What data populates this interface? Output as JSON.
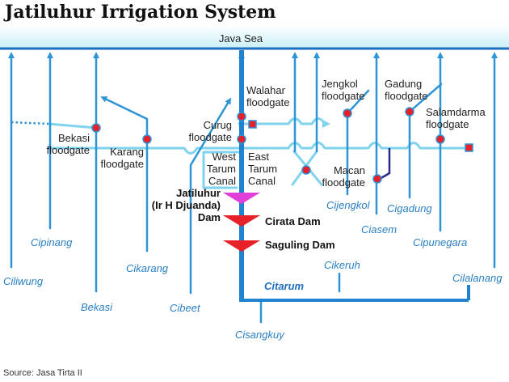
{
  "title": "Jatiluhur Irrigation System",
  "sea_label": "Java Sea",
  "source": "Source: Jasa Tirta II",
  "colors": {
    "river": "#2d94d6",
    "canal": "#7fd3ec",
    "main": "#1f83cf",
    "gate": "#e8202a",
    "dam": "#e8202a",
    "jatiluhur": "#e040d8",
    "sea_top": "#ffffff",
    "sea_bottom": "#c9f0f7",
    "river_label": "#2a7fc4",
    "gate_label": "#222222"
  },
  "rivers": [
    {
      "name": "Ciliwung"
    },
    {
      "name": "Cipinang"
    },
    {
      "name": "Bekasi"
    },
    {
      "name": "Cikarang"
    },
    {
      "name": "Cibeet"
    },
    {
      "name": "Citarum"
    },
    {
      "name": "Cisangkuy"
    },
    {
      "name": "Cikeruh"
    },
    {
      "name": "Cijengkol"
    },
    {
      "name": "Ciasem"
    },
    {
      "name": "Cigadung"
    },
    {
      "name": "Cipunegara"
    },
    {
      "name": "Cilalanang"
    }
  ],
  "floodgates": [
    {
      "l1": "Bekasi",
      "l2": "floodgate"
    },
    {
      "l1": "Karang",
      "l2": "floodgate"
    },
    {
      "l1": "Curug",
      "l2": "floodgate"
    },
    {
      "l1": "Walahar",
      "l2": "floodgate"
    },
    {
      "l1": "Jengkol",
      "l2": "floodgate"
    },
    {
      "l1": "Gadung",
      "l2": "floodgate"
    },
    {
      "l1": "Salamdarma",
      "l2": "floodgate"
    },
    {
      "l1": "Macan",
      "l2": "floodgate"
    }
  ],
  "canals": [
    {
      "l1": "West",
      "l2": "Tarum",
      "l3": "Canal"
    },
    {
      "l1": "East",
      "l2": "Tarum",
      "l3": "Canal"
    }
  ],
  "dams": [
    {
      "l1": "Jatiluhur",
      "l2": "(Ir H Djuanda)",
      "l3": "Dam"
    },
    {
      "l1": "Cirata Dam"
    },
    {
      "l1": "Saguling Dam"
    }
  ]
}
